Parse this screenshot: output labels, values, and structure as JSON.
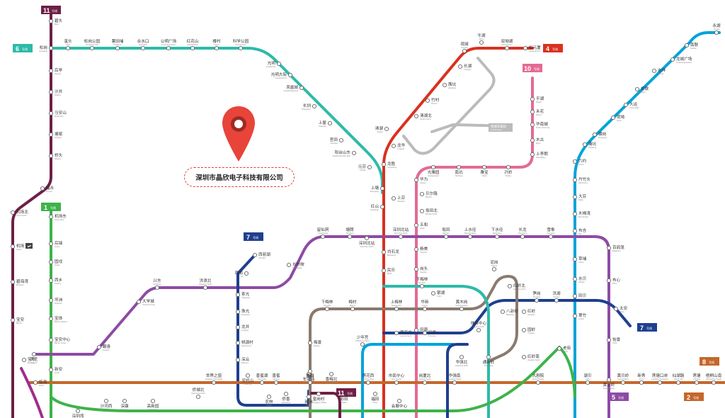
{
  "company": "深圳市晶欣电子科技有限公司",
  "line_badges": {
    "l11a": {
      "num": "11",
      "label": "号线"
    },
    "l6": {
      "num": "6",
      "label": "号线"
    },
    "l4": {
      "num": "4",
      "label": "号线"
    },
    "l10": {
      "num": "10",
      "label": "号线"
    },
    "l1": {
      "num": "1",
      "label": "号线"
    },
    "l7a": {
      "num": "7",
      "label": "号线"
    },
    "l7b": {
      "num": "7",
      "label": "号线"
    },
    "l11b": {
      "num": "11",
      "label": "号线"
    },
    "l5": {
      "num": "5",
      "label": "号线"
    },
    "l8": {
      "num": "8",
      "label": "号线"
    },
    "l2": {
      "num": "2",
      "label": "号线"
    }
  },
  "colors": {
    "line1": "#3db34a",
    "line2": "#c5672a",
    "line3": "#00a3d9",
    "line4": "#d9311f",
    "line5": "#8d4ba4",
    "line6": "#2dbaa9",
    "line7": "#1f3f8f",
    "line9": "#8a7a6e",
    "line10": "#e46a94",
    "line11": "#6d1f46",
    "line12": "#a02d8c",
    "pin": "#e8443a"
  },
  "stations": {
    "bitou": {
      "zh": "碧头",
      "en": "Bitou"
    },
    "songgang": {
      "zh": "松岗",
      "en": "Songgang"
    },
    "houting": {
      "zh": "后亭",
      "en": "Houting"
    },
    "shajing": {
      "zh": "沙井",
      "en": "Shajing"
    },
    "maanshan": {
      "zh": "马安山",
      "en": "Ma'anshan"
    },
    "tangwei": {
      "zh": "塘尾",
      "en": "Tangwei"
    },
    "qiaotou": {
      "zh": "桥头",
      "en": "Qiaotou"
    },
    "fuyong": {
      "zh": "福永",
      "en": "Fuyong"
    },
    "airport_n": {
      "zh": "机场北",
      "en": "Airport North"
    },
    "airport": {
      "zh": "机场",
      "en": "Airport"
    },
    "bihaiwan": {
      "zh": "碧海湾",
      "en": "Bihaiwan"
    },
    "baoan": {
      "zh": "宝安",
      "en": "Bao'an"
    },
    "qianhaiwan": {
      "zh": "前海湾",
      "en": "Qianhaiwan"
    },
    "lm_airport_e": {
      "zh": "机场东",
      "en": "Airport East"
    },
    "hourui": {
      "zh": "后瑞",
      "en": "Hourui"
    },
    "gushu": {
      "zh": "固戍",
      "en": "Gushu"
    },
    "xixiang": {
      "zh": "西乡",
      "en": "Xixiang"
    },
    "pingzhou": {
      "zh": "坪洲",
      "en": "Pingzhou"
    },
    "baoti": {
      "zh": "宝体",
      "en": "Bao'an Stadium"
    },
    "baoan_center": {
      "zh": "宝安中心",
      "en": "Bao'an Center"
    },
    "xinan": {
      "zh": "新安",
      "en": "Xin'an"
    },
    "baohua": {
      "zh": "宝华",
      "en": "Baohua"
    },
    "linhai": {
      "zh": "临海",
      "en": "Linhai"
    },
    "xibeng": {
      "zh": "溪头",
      "en": "Xitou"
    },
    "songgangpark": {
      "zh": "松岗公园",
      "en": "Songgang Park"
    },
    "xuetian": {
      "zh": "薯田埔",
      "en": "Shutianpu"
    },
    "heshuikou": {
      "zh": "合水口",
      "en": "Heshuikou"
    },
    "gongming": {
      "zh": "公明广场",
      "en": "Gongming Square"
    },
    "honghuashan": {
      "zh": "红花山",
      "en": "Honghuashan"
    },
    "louvan": {
      "zh": "楼村",
      "en": "Loucun"
    },
    "kexuepark": {
      "zh": "科学公园",
      "en": "Science Park"
    },
    "guangming": {
      "zh": "光明",
      "en": "Guangming"
    },
    "guangmingdj": {
      "zh": "光明大街",
      "en": "Guangming St"
    },
    "fenghuangcheng": {
      "zh": "凤凰城",
      "en": "Fenghuangcheng"
    },
    "changzhen": {
      "zh": "长圳",
      "en": "Changzhen"
    },
    "shangwu": {
      "zh": "上屋",
      "en": "Shangwu"
    },
    "guantian": {
      "zh": "官田",
      "en": "Guantian"
    },
    "yangtai": {
      "zh": "阳台山东",
      "en": "Yangtai Mountain East"
    },
    "yuanfen": {
      "zh": "元芬",
      "en": "Yuanfen"
    },
    "shangtang": {
      "zh": "上塘",
      "en": "Shangtang"
    },
    "hongshan": {
      "zh": "红山",
      "en": "Hongshan"
    },
    "shenyunbei": {
      "zh": "深圳北站",
      "en": "Shenzhen North"
    },
    "niuhu": {
      "zh": "牛湖",
      "en": "Niuhu"
    },
    "guanlan": {
      "zh": "观澜",
      "en": "Guanlan"
    },
    "changhu": {
      "zh": "长湖",
      "en": "Changhu"
    },
    "maoken": {
      "zh": "茜坑",
      "en": "Qiankeng"
    },
    "zhuken": {
      "zh": "竹村",
      "en": "Zhucun"
    },
    "qinghu": {
      "zh": "清湖北",
      "en": "Qinghu North"
    },
    "qinghu2": {
      "zh": "清湖",
      "en": "Qinghu"
    },
    "longhua": {
      "zh": "龙华",
      "en": "Longhua"
    },
    "longsheng": {
      "zh": "龙胜",
      "en": "Longsheng"
    },
    "shangfen": {
      "zh": "上芬",
      "en": "Shangfen"
    },
    "minle": {
      "zh": "民乐",
      "en": "Minle"
    },
    "baishilong": {
      "zh": "白石龙",
      "en": "Baishilong"
    },
    "songyuan": {
      "zh": "松元厦",
      "en": "Songyuansha"
    },
    "guanlanhu": {
      "zh": "观澜湖",
      "en": "Mission Hills"
    },
    "niuhu2": {
      "zh": "牛湖",
      "en": "Niuhu"
    },
    "xiaomei": {
      "zh": "双坳湖",
      "en": "Shuang'aohu"
    },
    "xinyuan": {
      "zh": "新元",
      "en": "Xinyuan"
    },
    "dalang": {
      "zh": "大浪",
      "en": "Dalang"
    },
    "ganken": {
      "zh": "甘坑",
      "en": "Ganken"
    },
    "shuangyong": {
      "zh": "双拥街",
      "en": "Shuangyong St"
    },
    "pinghu": {
      "zh": "平湖",
      "en": "Pinghu"
    },
    "hehua": {
      "zh": "禾花",
      "en": "Hehua"
    },
    "huanancheng": {
      "zh": "华南城",
      "en": "South China City"
    },
    "mugu": {
      "zh": "木古",
      "en": "Mugu"
    },
    "shangliling": {
      "zh": "上李朗",
      "en": "Shanglilang"
    },
    "liuyue": {
      "zh": "六约",
      "en": "Liuyue"
    },
    "tangkeng": {
      "zh": "塘坑",
      "en": "Tangkeng"
    },
    "henggang": {
      "zh": "横岗",
      "en": "Henggang"
    },
    "yonghu": {
      "zh": "永湖",
      "en": "Yonghu"
    },
    "hegao": {
      "zh": "荷坳",
      "en": "He'ao"
    },
    "dayun": {
      "zh": "大运",
      "en": "Universiade"
    },
    "ailian": {
      "zh": "爱联",
      "en": "Ailian"
    },
    "jixiang": {
      "zh": "吉祥",
      "en": "Jixiang"
    },
    "longchengsq": {
      "zh": "龙城广场",
      "en": "Longcheng Square"
    },
    "nanlian": {
      "zh": "南联",
      "en": "Nanlian"
    },
    "shuanglong": {
      "zh": "双龙",
      "en": "Shuanglong"
    },
    "danzhutou": {
      "zh": "丹竹头",
      "en": "Danzhutou"
    },
    "dafen": {
      "zh": "大芬",
      "en": "Dafen"
    },
    "mumianwan": {
      "zh": "木棉湾",
      "en": "Mumianwan"
    },
    "buji": {
      "zh": "布吉",
      "en": "Buji"
    },
    "caopu": {
      "zh": "草埔",
      "en": "Caopu"
    },
    "shuibei": {
      "zh": "水贝",
      "en": "Shuibei"
    },
    "tianbei": {
      "zh": "田贝",
      "en": "Tianbei"
    },
    "cuizhu": {
      "zh": "翠竹",
      "en": "Cuizhu"
    },
    "buxin": {
      "zh": "布心",
      "en": "Buxin"
    },
    "baigelong": {
      "zh": "百鸽笼",
      "en": "Baigelong"
    },
    "tai_an": {
      "zh": "太安",
      "en": "Tai'an"
    },
    "yijing": {
      "zh": "怡景",
      "en": "Yijing"
    },
    "huangbeiling": {
      "zh": "黄贝岭",
      "en": "Huangbeiling"
    },
    "guomao": {
      "zh": "国贸",
      "en": "Guomao"
    },
    "laojie": {
      "zh": "老街",
      "en": "Laojie"
    },
    "hongling": {
      "zh": "红岭",
      "en": "Hongling"
    },
    "hongling_n": {
      "zh": "红岭北",
      "en": "Hongling North"
    },
    "honglingn2": {
      "zh": "红岭南",
      "en": "Hongling South"
    },
    "yuanling": {
      "zh": "园岭",
      "en": "Yuanling"
    },
    "bagualing": {
      "zh": "八卦岭",
      "en": "Baguaing"
    },
    "sungang": {
      "zh": "笋岗",
      "en": "Sungang"
    },
    "nigang": {
      "zh": "泥岗",
      "en": "Nigang"
    },
    "hongshuiwan": {
      "zh": "洪湖",
      "en": "Honghu"
    },
    "liyumen": {
      "zh": "鲤鱼门",
      "en": "Liyumen"
    },
    "tongtai": {
      "zh": "通新岭",
      "en": "Tongxinling"
    },
    "huaqiangbei": {
      "zh": "华强北",
      "en": "Huaqiang North"
    },
    "huaqianglu": {
      "zh": "华强路",
      "en": "Huaqiang Rd"
    },
    "tiyuzhongxin": {
      "zh": "体育中心",
      "en": "Sports Center"
    },
    "huangmugang": {
      "zh": "黄木岗",
      "en": "Huangmugang"
    },
    "huaxin": {
      "zh": "华新",
      "en": "Huaxin"
    },
    "shangsha": {
      "zh": "上梅林",
      "en": "Shangmeilin"
    },
    "meicun": {
      "zh": "梅村",
      "en": "Meicun"
    },
    "xiameilin": {
      "zh": "下梅林",
      "en": "Xiameilin"
    },
    "meijing": {
      "zh": "梅景",
      "en": "Meijing"
    },
    "jingtian": {
      "zh": "景田",
      "en": "Jingtian"
    },
    "xiangmihu": {
      "zh": "香蜜湖",
      "en": "Xiangmihu"
    },
    "xiangmei": {
      "zh": "香梅北",
      "en": "Xiangmei North"
    },
    "chegongmiao": {
      "zh": "车公庙",
      "en": "Chegongmiao"
    },
    "shangshabei": {
      "zh": "莲花北",
      "en": "Lianhua North"
    },
    "shaoniangong": {
      "zh": "少年宫",
      "en": "Children's Palace"
    },
    "shiminzhongxin": {
      "zh": "市民中心",
      "en": "Civic Center"
    },
    "gangxia": {
      "zh": "岗厦北",
      "en": "Gangxia North"
    },
    "futian": {
      "zh": "福田",
      "en": "Futian"
    },
    "huizhan": {
      "zh": "会展中心",
      "en": "Convention Center"
    },
    "lianhuaxi": {
      "zh": "莲花西",
      "en": "Lianhua West"
    },
    "yuanlingn": {
      "zh": "华强南",
      "en": "Huaqiang South"
    },
    "dongmen": {
      "zh": "大剧院",
      "en": "Grand Theater"
    },
    "hubei": {
      "zh": "湖贝",
      "en": "Hubei"
    },
    "luohu": {
      "zh": "罗湖",
      "en": "Luohu"
    },
    "huangbei2": {
      "zh": "黄贝岭",
      "en": "Huangbeiling"
    },
    "xinxiu": {
      "zh": "新秀",
      "en": "Xinxiu"
    },
    "lianqi": {
      "zh": "莲塘口岸",
      "en": "Liantang Checkpoint"
    },
    "xianhu": {
      "zh": "仙湖路",
      "en": "Xianhu Rd"
    },
    "liantang": {
      "zh": "莲塘",
      "en": "Liantang"
    },
    "wutong": {
      "zh": "梧桐山南",
      "en": "Wutongshan South"
    },
    "shenyuan": {
      "zh": "深圳湾",
      "en": "Shenzhen Bay"
    },
    "shenzhen_bay": {
      "zh": "深大",
      "en": "Shenzhen Univ"
    },
    "chiwei": {
      "zh": "赤尾",
      "en": "Chiwei"
    },
    "kexueguan": {
      "zh": "科学馆",
      "en": "Science Museum"
    },
    "tongxin": {
      "zh": "通新岭",
      "en": "Tongxinling"
    },
    "dajuyuan": {
      "zh": "大剧院",
      "en": "Grand Theater"
    },
    "shuiwei": {
      "zh": "水围",
      "en": "Shuiwei"
    },
    "gangxia2": {
      "zh": "岗厦",
      "en": "Gangxia"
    },
    "hongshu": {
      "zh": "红树湾",
      "en": "Hongshuwan"
    },
    "shiji": {
      "zh": "世界之窗",
      "en": "Window of the World"
    },
    "qiaochengbei": {
      "zh": "侨城北",
      "en": "Qiaocheng North"
    },
    "xili": {
      "zh": "西丽",
      "en": "Xili"
    },
    "xilihu": {
      "zh": "西丽湖",
      "en": "Xili Lake"
    },
    "chaguang": {
      "zh": "茶光",
      "en": "Chaguang"
    },
    "zhuguang": {
      "zh": "珠光",
      "en": "Zhuguang"
    },
    "longjing": {
      "zh": "龙井",
      "en": "Longjing"
    },
    "taoyuancun": {
      "zh": "桃源村",
      "en": "Taoyuancun"
    },
    "shenyun": {
      "zh": "深云",
      "en": "Shenyun"
    },
    "anto": {
      "zh": "安托山",
      "en": "Antuo Hill"
    },
    "nonglin": {
      "zh": "农林",
      "en": "Nonglin"
    },
    "qiaoxiang": {
      "zh": "侨香",
      "en": "Qiaoxiang"
    },
    "xiangmi2": {
      "zh": "香蜜",
      "en": "Xiangmi"
    },
    "xiangmeibei": {
      "zh": "香梅北",
      "en": "Xiangmei North"
    },
    "shahe": {
      "zh": "沙河西",
      "en": "Shahe West"
    },
    "shenkang": {
      "zh": "深康",
      "en": "Shenkang"
    },
    "hongshan2": {
      "zh": "高新园",
      "en": "Hi-Tech Park"
    },
    "baiwang": {
      "zh": "白芒",
      "en": "Baimang"
    },
    "tanglang": {
      "zh": "塘朗",
      "en": "Tanglang"
    },
    "changlingpi": {
      "zh": "长岭陂",
      "en": "Changlingpi"
    },
    "liuxiandong": {
      "zh": "留仙洞",
      "en": "Liuxiandong"
    },
    "xingdong": {
      "zh": "兴东",
      "en": "Xingdong"
    },
    "hongshuwan2": {
      "zh": "洪浪北",
      "en": "Honglang North"
    },
    "lingzhi": {
      "zh": "灵芝",
      "en": "Lingzhi"
    },
    "fanshen": {
      "zh": "翻身",
      "en": "Fanshen"
    },
    "daxuecheng": {
      "zh": "大学城",
      "en": "University Town"
    },
    "shenzhenbei2": {
      "zh": "深圳北站",
      "en": "Shenzhen North"
    },
    "changlingpi2": {
      "zh": "长岭陂",
      "en": "Changlingpi"
    },
    "yunong": {
      "zh": "五和",
      "en": "Wuhe"
    },
    "banxue": {
      "zh": "坂田",
      "en": "Bantian"
    },
    "yangmei": {
      "zh": "杨美",
      "en": "Yangmei"
    },
    "shangshuijing": {
      "zh": "上水径",
      "en": "Shangshuijing"
    },
    "xiashuijing": {
      "zh": "下水径",
      "en": "Xiashuijing"
    },
    "changlong": {
      "zh": "长龙",
      "en": "Changlong"
    },
    "tangmei": {
      "zh": "塘坑",
      "en": "Tangkeng"
    },
    "xuexiang": {
      "zh": "雪象",
      "en": "Xuexiang"
    },
    "gankeng2": {
      "zh": "甘坑",
      "en": "Gankeng"
    },
    "fengbei": {
      "zh": "凉帽山",
      "en": "Liangmaoshan"
    },
    "gangtou": {
      "zh": "岗头",
      "en": "Gangtou"
    },
    "huawei": {
      "zh": "华为",
      "en": "Huawei"
    },
    "beilun": {
      "zh": "贝尔路",
      "en": "Bell Rd"
    },
    "bantianbei": {
      "zh": "坂田北",
      "en": "Bantian North"
    },
    "wuhe": {
      "zh": "五和",
      "en": "Wuhe"
    },
    "guangya": {
      "zh": "光雅园",
      "en": "Guangyayuan"
    },
    "nanfang": {
      "zh": "南坑",
      "en": "Nankeng"
    },
    "yabao": {
      "zh": "雅宝",
      "en": "Yabao"
    },
    "sungang2": {
      "zh": "孖岭",
      "en": "Maling"
    },
    "yinhu": {
      "zh": "银湖",
      "en": "Yinhu"
    },
    "nigang2": {
      "zh": "泥岗",
      "en": "Nigang"
    },
    "hongling3": {
      "zh": "红岭北",
      "en": "Hongling North"
    },
    "tianmian": {
      "zh": "田面",
      "en": "Tianmian"
    },
    "caitian": {
      "zh": "彩田",
      "en": "Caitian"
    },
    "xiameilin2": {
      "zh": "下梅林",
      "en": "Xiameilin"
    },
    "bijiashan": {
      "zh": "笔架山",
      "en": "Bijiashan"
    },
    "huanggang": {
      "zh": "皇岗村",
      "en": "Huanggang Village"
    },
    "xinsha": {
      "zh": "新洲",
      "en": "Xinzhou"
    }
  },
  "north_label_l4": {
    "zh": "牛湖",
    "en": "Niuhu"
  },
  "depot_labels": {
    "guanlan_park": {
      "zh": "观澜车辆段",
      "en": "Guanlan Depot"
    }
  }
}
